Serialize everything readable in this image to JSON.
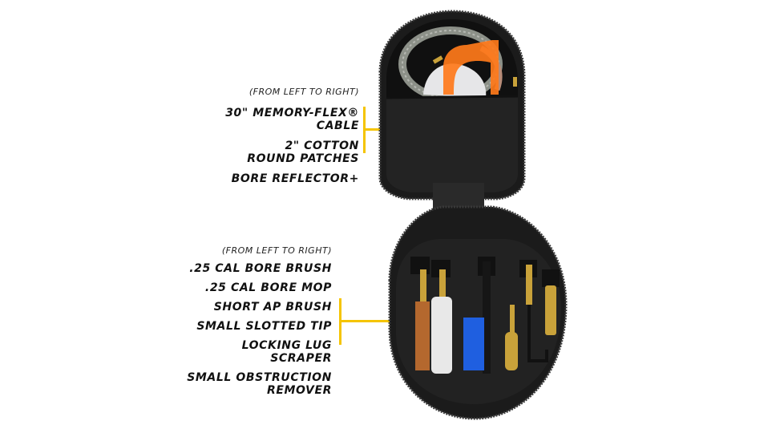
{
  "top_group": {
    "note": "(FROM LEFT TO RIGHT)",
    "items": [
      "30\" MEMORY-FLEX® CABLE",
      "2\" COTTON",
      "ROUND PATCHES",
      "BORE REFLECTOR+"
    ]
  },
  "bottom_group": {
    "note": "(FROM LEFT TO RIGHT)",
    "items": [
      ".25 CAL BORE BRUSH",
      ".25 CAL BORE MOP",
      "SHORT AP BRUSH",
      "SMALL SLOTTED TIP",
      "LOCKING LUG SCRAPER",
      "SMALL OBSTRUCTION",
      "REMOVER"
    ]
  },
  "colors": {
    "accent": "#f5c400",
    "case": "#1b1b1b",
    "cable_orange": "#ff7a1a",
    "brush_blue": "#1f5fe0",
    "brass": "#c9a23a",
    "bronze": "#b4682e"
  }
}
